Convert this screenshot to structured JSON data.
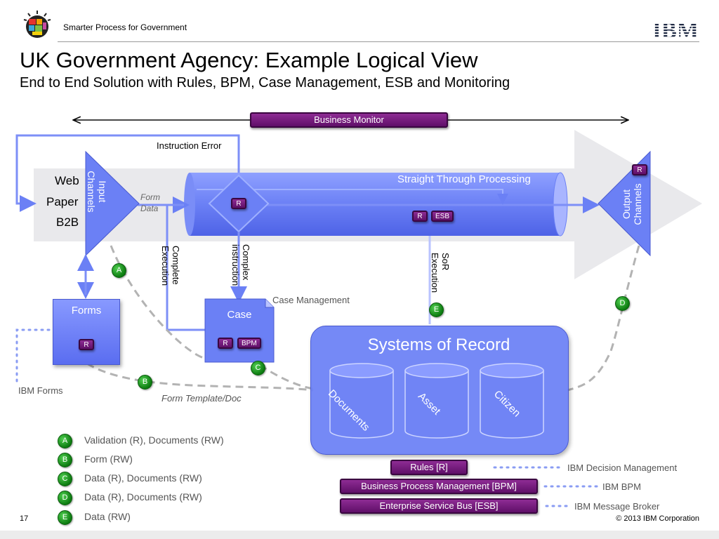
{
  "header": {
    "tagline": "Smarter Process for Government",
    "brand": "IBM"
  },
  "title": "UK Government Agency: Example Logical View",
  "subtitle": "End to End Solution with Rules, BPM, Case Management, ESB and Monitoring",
  "diagram": {
    "business_monitor": "Business Monitor",
    "instruction_error": "Instruction Error",
    "straight_through": "Straight Through Processing",
    "sources": [
      "Web",
      "Paper",
      "B2B"
    ],
    "input_channels": "Input Channels",
    "output_channels": "Output Channels",
    "form_data": "Form Data",
    "complete_execution": "Complete Execution",
    "complex_instruction": "Complex instruction",
    "sor_execution": "SoR Execution",
    "forms_box": "Forms",
    "case_box": "Case",
    "case_management": "Case Management",
    "systems_of_record": "Systems of Record",
    "stores": [
      "Documents",
      "Asset",
      "Citizen"
    ],
    "ibm_forms": "IBM Forms",
    "form_template": "Form Template/Doc",
    "tags": {
      "r": "R",
      "esb": "ESB",
      "bpm": "BPM"
    },
    "badges": {
      "a": "A",
      "b": "B",
      "c": "C",
      "d": "D",
      "e": "E"
    }
  },
  "platforms": [
    {
      "label": "Rules [R]",
      "product": "IBM Decision Management"
    },
    {
      "label": "Business Process Management [BPM]",
      "product": "IBM BPM"
    },
    {
      "label": "Enterprise Service Bus [ESB]",
      "product": "IBM Message Broker"
    }
  ],
  "legend": [
    {
      "key": "A",
      "text": "Validation (R), Documents (RW)"
    },
    {
      "key": "B",
      "text": "Form (RW)"
    },
    {
      "key": "C",
      "text": "Data (R), Documents (RW)"
    },
    {
      "key": "D",
      "text": "Data (R), Documents (RW)"
    },
    {
      "key": "E",
      "text": "Data (RW)"
    }
  ],
  "footer": {
    "page": "17",
    "copyright": "© 2013 IBM Corporation"
  },
  "colors": {
    "accent_purple": "#6e1777",
    "flow_blue": "#6b80f5",
    "badge_green": "#16941a"
  }
}
